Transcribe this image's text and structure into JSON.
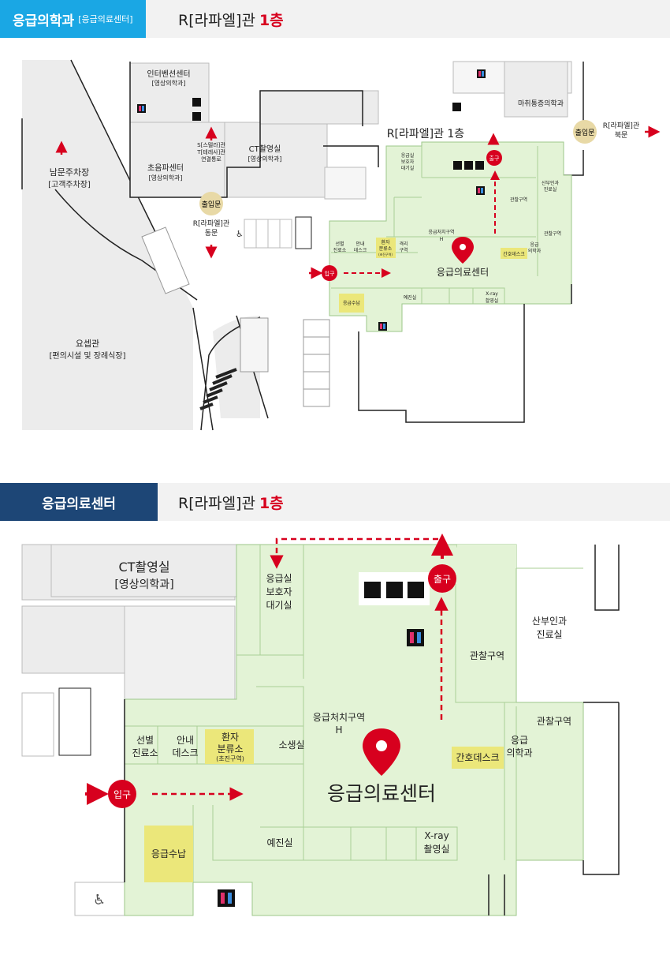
{
  "section1": {
    "tag": "응급의학과",
    "tag_sub": "[응급의료센터]",
    "building": "R[라파엘]관",
    "floor": "1층",
    "map": {
      "building_label": "R[라파엘]관 1층",
      "intervention": "인터벤션센터",
      "intervention_sub": "[영상의학과]",
      "ultrasound": "초음파센터",
      "ultrasound_sub": "[영상의학과]",
      "ct": "CT촬영실",
      "ct_sub": "[영상의학과]",
      "corridor_1": "S[스텔라]관",
      "corridor_2": "T[테레사]관",
      "corridor_3": "연결통로",
      "entrance_gate": "출입문",
      "east_gate_1": "R[라파엘]관",
      "east_gate_2": "동문",
      "north_gate_1": "R[라파엘]관",
      "north_gate_2": "북문",
      "anesthesia": "마취통증의학과",
      "parking_1": "남문주차장",
      "parking_2": "[고객주차장]",
      "joseph": "요셉관",
      "joseph_sub": "[편의시설 및 장례식장]",
      "waiting_1": "응급실",
      "waiting_2": "보호자",
      "waiting_3": "대기실",
      "triage_1": "선별",
      "triage_2": "진료소",
      "info_1": "안내",
      "info_2": "데스크",
      "cls_1": "환자",
      "cls_2": "분류소",
      "cls_3": "(초진구역)",
      "iso_1": "격리",
      "iso_2": "구역",
      "treat_1": "응급처치구역",
      "treat_2": "H",
      "obs": "관찰구역",
      "obgyn_1": "산부인과",
      "obgyn_2": "진료실",
      "nurse": "간호데스크",
      "em_med_1": "응급",
      "em_med_2": "의학과",
      "center": "응급의료센터",
      "prep": "예진실",
      "xray_1": "X-ray",
      "xray_2": "촬영실",
      "pay": "응급수납",
      "entrance": "입구",
      "exit": "출구"
    }
  },
  "section2": {
    "tag": "응급의료센터",
    "building": "R[라파엘]관",
    "floor": "1층",
    "map": {
      "ct": "CT촬영실",
      "ct_sub": "[영상의학과]",
      "waiting_1": "응급실",
      "waiting_2": "보호자",
      "waiting_3": "대기실",
      "exit": "출구",
      "entrance": "입구",
      "obs_1": "관찰구역",
      "obs_2": "관찰구역",
      "obgyn_1": "산부인과",
      "obgyn_2": "진료실",
      "treat_1": "응급처치구역",
      "treat_2": "H",
      "triage_1": "선별",
      "triage_2": "진료소",
      "info_1": "안내",
      "info_2": "데스크",
      "cls_1": "환자",
      "cls_2": "분류소",
      "cls_3": "(초진구역)",
      "small": "소생실",
      "nurse": "간호데스크",
      "em_med_1": "응급",
      "em_med_2": "의학과",
      "center": "응급의료센터",
      "prep": "예진실",
      "xray_1": "X-ray",
      "xray_2": "촬영실",
      "pay": "응급수납"
    }
  },
  "colors": {
    "tag1": "#1aa7e4",
    "tag2": "#1d4676",
    "accent_red": "#d7001e",
    "emergency_green": "#e3f3d6",
    "highlight_yellow": "#ebe77a",
    "gate_beige": "#e8d9a6",
    "building_gray": "#ececec"
  },
  "icons": [
    "restroom-icon",
    "elevator-icon",
    "escalator-icon",
    "wheelchair-icon",
    "location-pin-icon",
    "arrow-icon"
  ]
}
